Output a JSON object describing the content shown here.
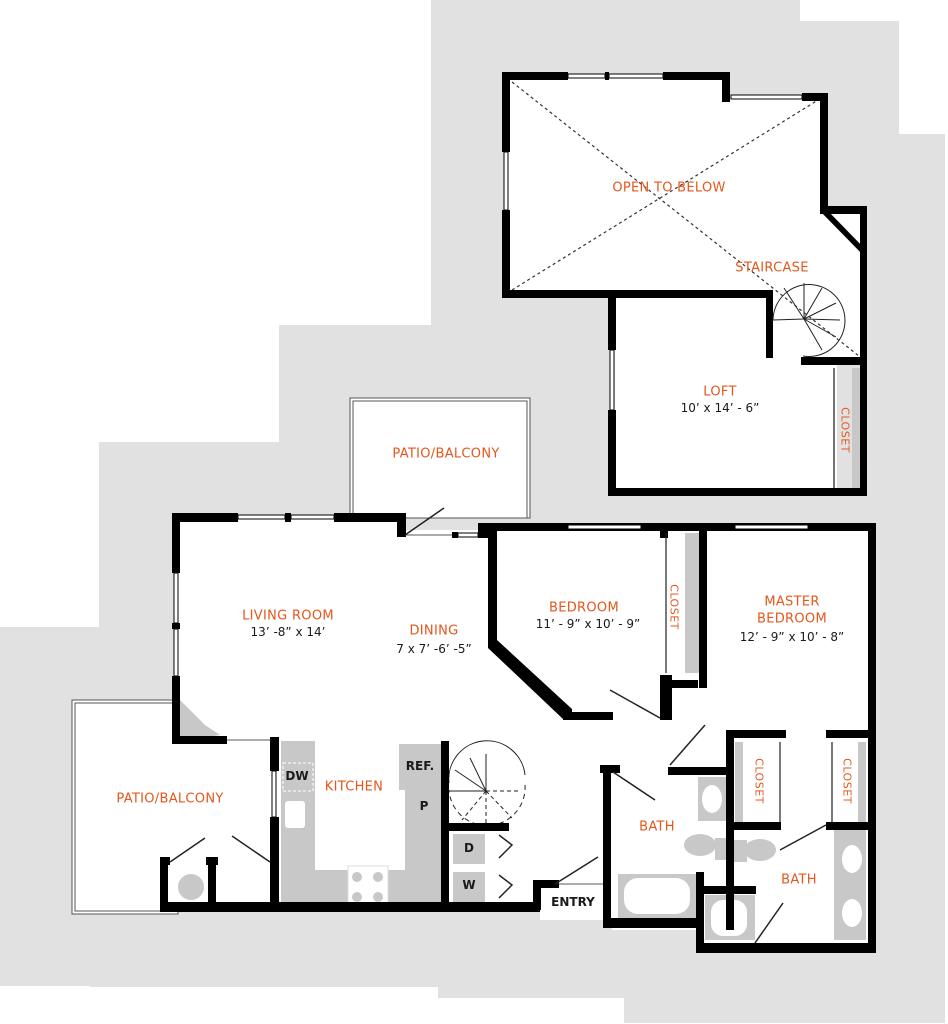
{
  "floorplan": {
    "colors": {
      "label": "#e4571c",
      "dimension": "#1a1a1a",
      "wall": "#000000",
      "background_silhouette": "#e1e1e1",
      "fixture": "#c8c8c8",
      "floor": "#ffffff"
    },
    "upper_level": {
      "open_to_below": "OPEN TO BELOW",
      "staircase": "STAIRCASE",
      "loft": {
        "name": "LOFT",
        "size": "10’ x 14’ - 6”"
      },
      "loft_closet": "CLOSET"
    },
    "main_level": {
      "patio_top": "PATIO/BALCONY",
      "patio_left": "PATIO/BALCONY",
      "living_room": {
        "name": "LIVING ROOM",
        "size": "13’ -8” x 14’"
      },
      "dining": {
        "name": "DINING",
        "size": "7 x 7’ -6’ -5”"
      },
      "bedroom": {
        "name": "BEDROOM",
        "size": "11’ - 9” x 10’ - 9”"
      },
      "bedroom_closet": "CLOSET",
      "master_bedroom": {
        "name_line1": "MASTER",
        "name_line2": "BEDROOM",
        "size": "12’ - 9” x 10’ - 8”"
      },
      "kitchen": "KITCHEN",
      "bath_1": "BATH",
      "bath_2": "BATH",
      "master_closet_1": "CLOSET",
      "master_closet_2": "CLOSET",
      "entry": "ENTRY"
    },
    "appliances": {
      "dishwasher": "DW",
      "refrigerator": "REF.",
      "pantry": "P",
      "dryer": "D",
      "washer": "W"
    }
  }
}
